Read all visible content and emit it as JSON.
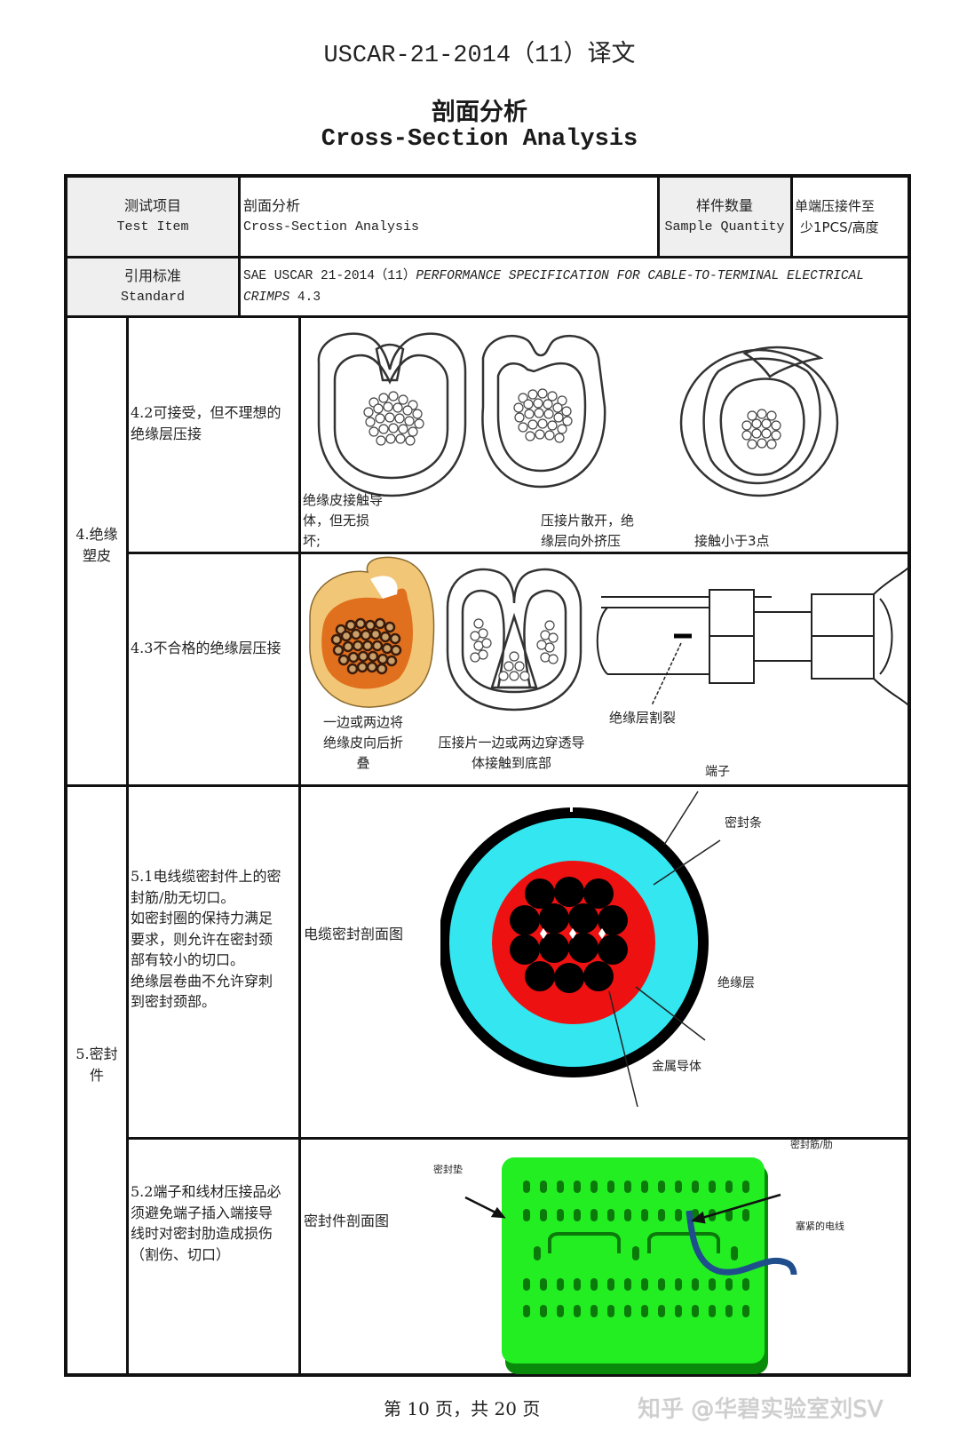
{
  "document": {
    "title": "USCAR-21-2014（11）译文",
    "section_title_cn": "剖面分析",
    "section_title_en": "Cross-Section Analysis"
  },
  "header": {
    "test_item_label_cn": "测试项目",
    "test_item_label_en": "Test Item",
    "test_item_value_cn": "剖面分析",
    "test_item_value_en": "Cross-Section Analysis",
    "sample_qty_label_cn": "样件数量",
    "sample_qty_label_en": "Sample Quantity",
    "sample_qty_value_line1": "单端压接件至",
    "sample_qty_value_line2": "少1PCS/高度",
    "standard_label_cn": "引用标准",
    "standard_label_en": "Standard",
    "standard_value_prefix": "SAE USCAR 21-2014（11）",
    "standard_value_italic_1": "PERFORMANCE SPECIFICATION FOR CABLE-TO-TERMINAL ELECTRICAL",
    "standard_value_italic_2": "CRIMPS",
    "standard_value_suffix": " 4.3"
  },
  "sections": [
    {
      "label_line1": "4.绝缘",
      "label_line2": "塑皮",
      "rows": [
        {
          "desc_line1": "4.2可接受，但不理想的",
          "desc_line2": "绝缘层压接",
          "captions": {
            "fig1_l1": "绝缘皮接触导",
            "fig1_l2": "体，但无损",
            "fig1_l3": "坏;",
            "fig2_l1": "压接片散开，绝",
            "fig2_l2": "缘层向外挤压",
            "fig3": "接触小于3点"
          }
        },
        {
          "desc": "4.3不合格的绝缘层压接",
          "captions": {
            "fig1_l1": "一边或两边将",
            "fig1_l2": "绝缘皮向后折",
            "fig1_l3": "叠",
            "fig2_l1": "压接片一边或两边穿透导",
            "fig2_l2": "体接触到底部",
            "fig3": "绝缘层割裂"
          }
        }
      ]
    },
    {
      "label_line1": "5.密封",
      "label_line2": "件",
      "rows": [
        {
          "desc_lines": [
            "5.1电线缆密封件上的密",
            "封筋/肋无切口。",
            "如密封圈的保持力满足",
            "要求，则允许在密封颈",
            "部有较小的切口。",
            "绝缘层卷曲不允许穿刺",
            "到密封颈部。"
          ],
          "figure_label": "电缆密封剖面图",
          "callouts": {
            "terminal": "端子",
            "seal_strip": "密封条",
            "insulation": "绝缘层",
            "conductor": "金属导体"
          },
          "colors": {
            "terminal": "#000000",
            "seal": "#33e6f0",
            "insulation": "#ee1111",
            "conductor": "#000000"
          }
        },
        {
          "desc_lines": [
            "5.2端子和线材压接品必",
            "须避免端子插入端接导",
            "线时对密封肋造成损伤",
            "（割伤、切口）"
          ],
          "figure_label": "密封件剖面图",
          "callouts": {
            "seal_pad": "密封垫",
            "seal_rib": "密封筋/肋",
            "plugged_wire": "塞紧的电线"
          },
          "colors": {
            "pad": "#22ee22",
            "pad_shadow": "#0a8a0a",
            "wire": "#1f4e8c"
          }
        }
      ]
    }
  ],
  "footer": {
    "page_info": "第 10 页，共 20 页",
    "watermark": "知乎 @华碧实验室刘SV"
  }
}
